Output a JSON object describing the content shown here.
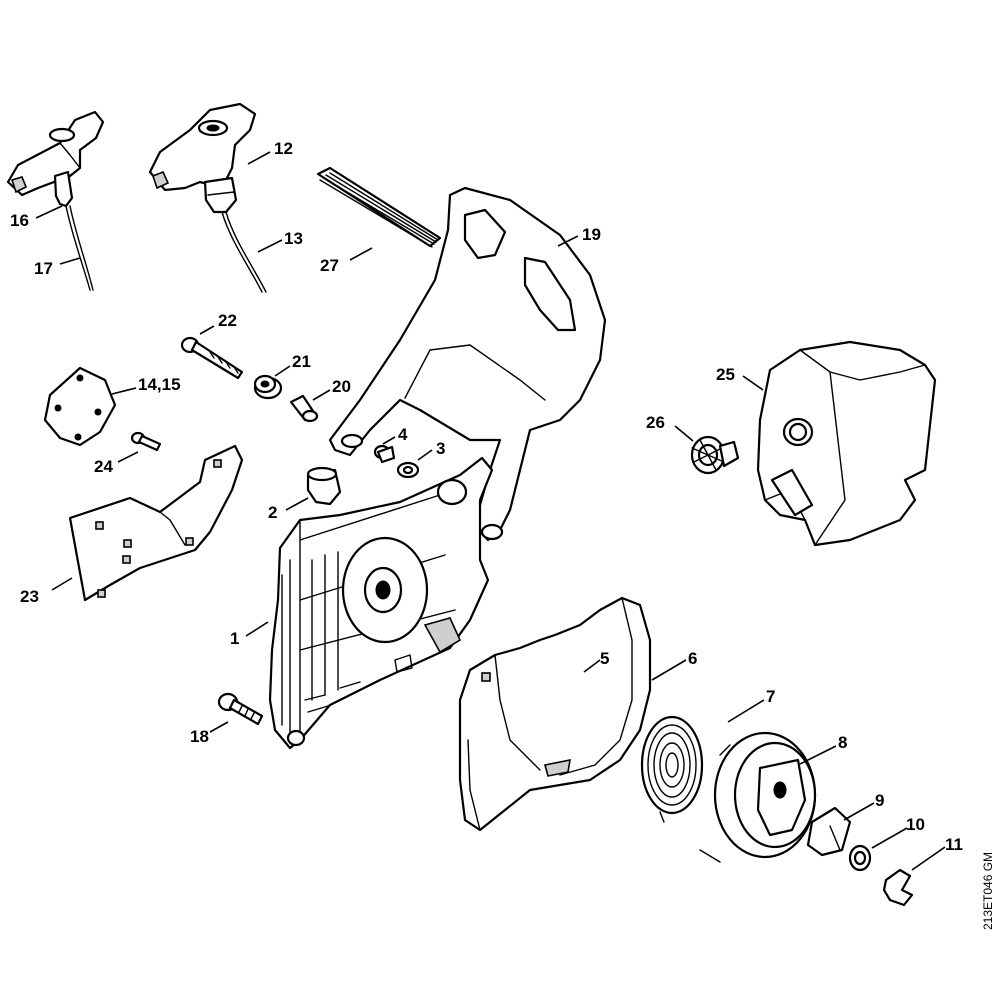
{
  "diagram": {
    "code": "213ET046 GM",
    "labels": {
      "l1": "1",
      "l2": "2",
      "l3": "3",
      "l4": "4",
      "l5": "5",
      "l6": "6",
      "l7": "7",
      "l8": "8",
      "l9": "9",
      "l10": "10",
      "l11": "11",
      "l12": "12",
      "l13": "13",
      "l14_15": "14,15",
      "l16": "16",
      "l17": "17",
      "l18": "18",
      "l19": "19",
      "l20": "20",
      "l21": "21",
      "l22": "22",
      "l23": "23",
      "l24": "24",
      "l25": "25",
      "l26": "26",
      "l27": "27"
    }
  }
}
